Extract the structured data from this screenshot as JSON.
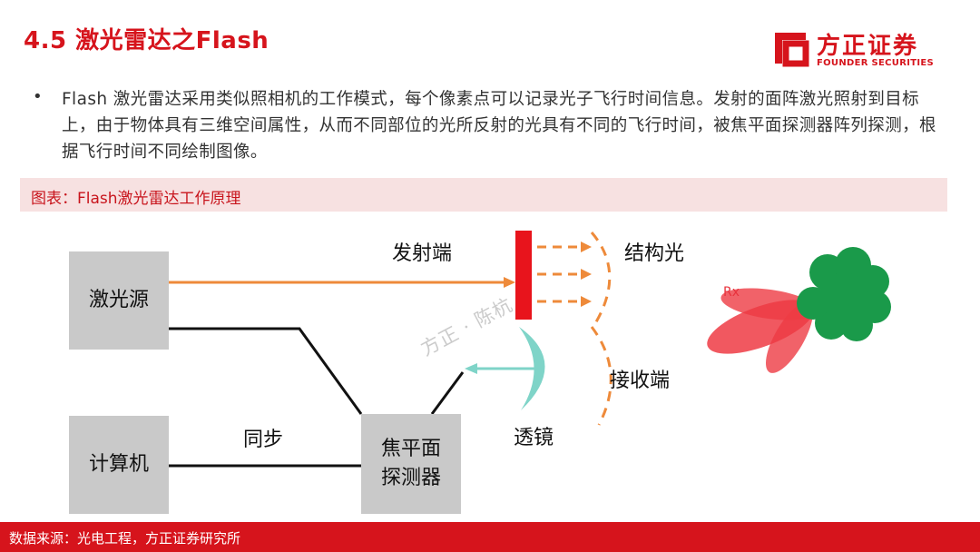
{
  "header": {
    "title": "4.5 激光雷达之Flash",
    "logo_cn": "方正证券",
    "logo_en": "FOUNDER SECURITIES",
    "logo_icon": "founder-logo-icon"
  },
  "bullet": {
    "text": "Flash 激光雷达采用类似照相机的工作模式，每个像素点可以记录光子飞行时间信息。发射的面阵激光照射到目标上，由于物体具有三维空间属性，从而不同部位的光所反射的光具有不同的飞行时间，被焦平面探测器阵列探测，根据飞行时间不同绘制图像。"
  },
  "caption": {
    "text": "图表：Flash激光雷达工作原理"
  },
  "diagram": {
    "laser_source": "激光源",
    "computer": "计算机",
    "fpa_line1": "焦平面",
    "fpa_line2": "探测器",
    "transmit_label": "发射端",
    "structured_light_label": "结构光",
    "receive_label": "接收端",
    "lens_label": "透镜",
    "sync_label": "同步",
    "rx_label": "Rx",
    "watermark": "方正 · 陈杭",
    "colors": {
      "laser_line": "#ee8a3a",
      "emitter": "#e8141c",
      "lens": "#7fd4c8",
      "target": "#1a9a4a",
      "lobes": "#ee3b44",
      "box": "#c9c9c9"
    }
  },
  "footer": {
    "source": "数据来源：光电工程，方正证券研究所"
  }
}
